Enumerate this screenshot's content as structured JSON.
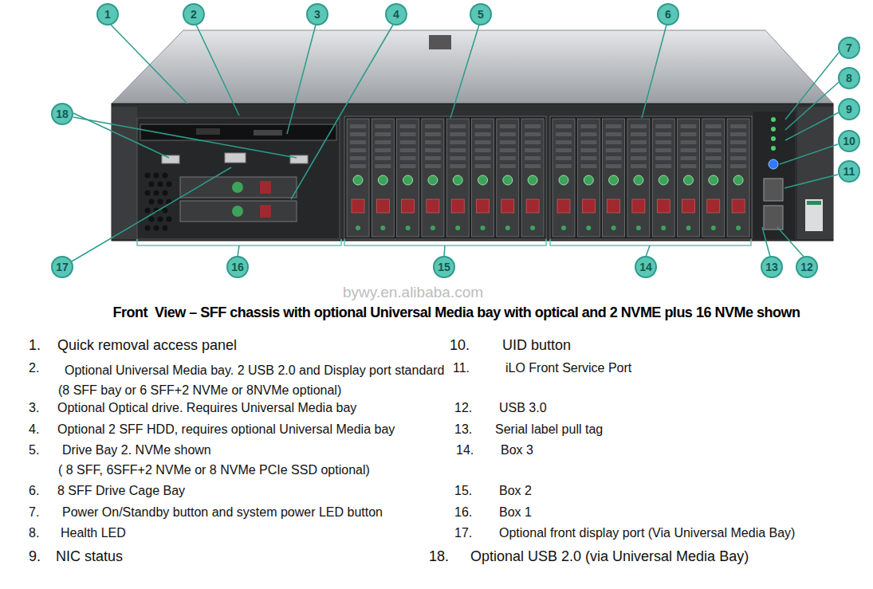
{
  "diagram": {
    "caption": "Front  View – SFF chassis with optional Universal Media bay with optical and 2 NVME plus 16 NVMe shown",
    "nodes": [
      {
        "text": [
          "1"
        ]
      },
      {
        "text": [
          "2"
        ]
      },
      {
        "text": [
          "3"
        ]
      },
      {
        "text": [
          "4"
        ]
      },
      {
        "text": [
          "5"
        ]
      },
      {
        "text": [
          "6"
        ]
      },
      {
        "text": [
          "7"
        ]
      },
      {
        "text": [
          "8"
        ]
      },
      {
        "text": [
          "9"
        ]
      },
      {
        "text": [
          "10"
        ]
      },
      {
        "text": [
          "11"
        ]
      },
      {
        "text": [
          "18"
        ]
      },
      {
        "text": [
          "17"
        ]
      },
      {
        "text": [
          "16"
        ]
      },
      {
        "text": [
          "15"
        ]
      },
      {
        "text": [
          "14"
        ]
      },
      {
        "text": [
          "13"
        ]
      },
      {
        "text": [
          "12"
        ]
      }
    ],
    "labels": [
      "bywy.en.alibaba.com",
      "1.",
      "Quick removal access panel",
      "2.",
      "Optional Universal Media bay. 2 USB 2.0 and Display port standard (8 SFF bay or 6 SFF+2 NVMe or 8NVMe optional)",
      "3.",
      "Optional Optical drive. Requires Universal Media bay",
      "4.",
      "Optional 2 SFF HDD, requires optional Universal Media bay",
      "5.",
      "Drive Bay 2. NVMe shown",
      "( 8 SFF, 6SFF+2 NVMe or 8 NVMe PCIe SSD optional)",
      "6.",
      "8 SFF Drive Cage Bay",
      "7.",
      "Power On/Standby button and system power LED button",
      "8.",
      "Health LED",
      "9.",
      "NIC status",
      "10.",
      "UID button",
      "11.",
      "iLO Front Service Port",
      "12.",
      "USB 3.0",
      "13.",
      "Serial label pull tag",
      "14.",
      "Box 3",
      "15.",
      "Box 2",
      "16.",
      "Box 1",
      "17.",
      "Optional front display port (Via Universal Media Bay)",
      "18.",
      "Optional USB 2.0 (via Universal Media Bay)"
    ]
  }
}
